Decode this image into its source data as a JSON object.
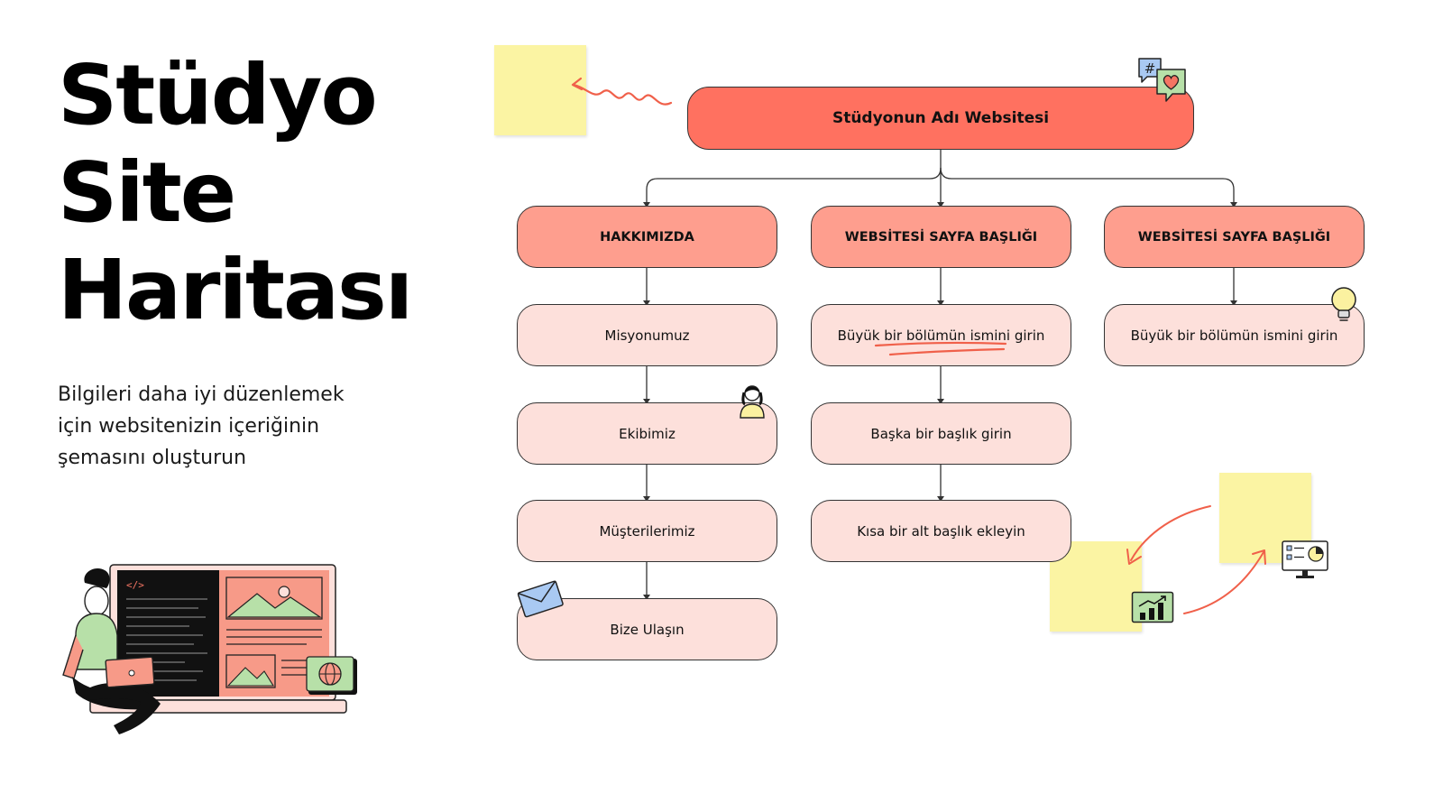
{
  "page": {
    "title_lines": [
      "Stüdyo",
      "Site",
      "Haritası"
    ],
    "subtitle": "Bilgileri daha iyi düzenlemek için websitenizin içeriğinin şemasını oluşturun"
  },
  "sitemap": {
    "root": "Stüdyonun Adı Websitesi",
    "columns": [
      {
        "heading": "HAKKIMIZDA",
        "items": [
          "Misyonumuz",
          "Ekibimiz",
          "Müşterilerimiz",
          "Bize Ulaşın"
        ]
      },
      {
        "heading": "WEBSİTESİ SAYFA BAŞLIĞI",
        "items": [
          "Büyük bir bölümün ismini girin",
          "Başka bir başlık girin",
          "Kısa bir alt başlık ekleyin"
        ]
      },
      {
        "heading": "WEBSİTESİ SAYFA BAŞLIĞI",
        "items": [
          "Büyük bir bölümün ismini girin"
        ]
      }
    ]
  },
  "colors": {
    "root": "#ff7160",
    "section": "#fe9e8e",
    "leaf": "#fde0db",
    "sticky_note": "#fbf4a3",
    "accent_arrow": "#f0604a"
  },
  "icons": [
    "hashtag-chat-icon",
    "heart-chat-icon",
    "lightbulb-icon",
    "person-avatar-icon",
    "envelope-icon",
    "growth-chart-icon",
    "dashboard-monitor-icon",
    "code-icon",
    "image-icon",
    "globe-icon"
  ]
}
